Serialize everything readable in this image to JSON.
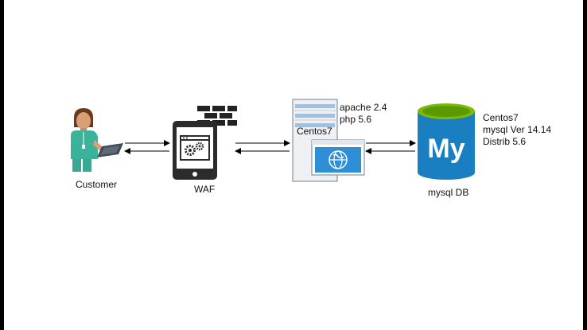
{
  "diagram": {
    "nodes": {
      "customer": {
        "label": "Customer"
      },
      "waf": {
        "label": "WAF"
      },
      "web_server": {
        "label": "Centos7",
        "annotation": [
          "apache 2.4",
          "php 5.6"
        ]
      },
      "database": {
        "label": "mysql DB",
        "logo_text": "My",
        "annotation": [
          "Centos7",
          "mysql Ver 14.14",
          "Distrib 5.6"
        ]
      }
    },
    "edges": [
      {
        "from": "customer",
        "to": "waf",
        "bidirectional": true
      },
      {
        "from": "waf",
        "to": "web_server",
        "bidirectional": true
      },
      {
        "from": "web_server",
        "to": "database",
        "bidirectional": true
      }
    ],
    "colors": {
      "database_body": "#1a7fc1",
      "database_top": "#7fba00",
      "server_blue": "#9cc3e6",
      "browser_blue": "#2f8fd6",
      "firewall_brick": "#222222",
      "person_shirt": "#3bb39a"
    }
  }
}
